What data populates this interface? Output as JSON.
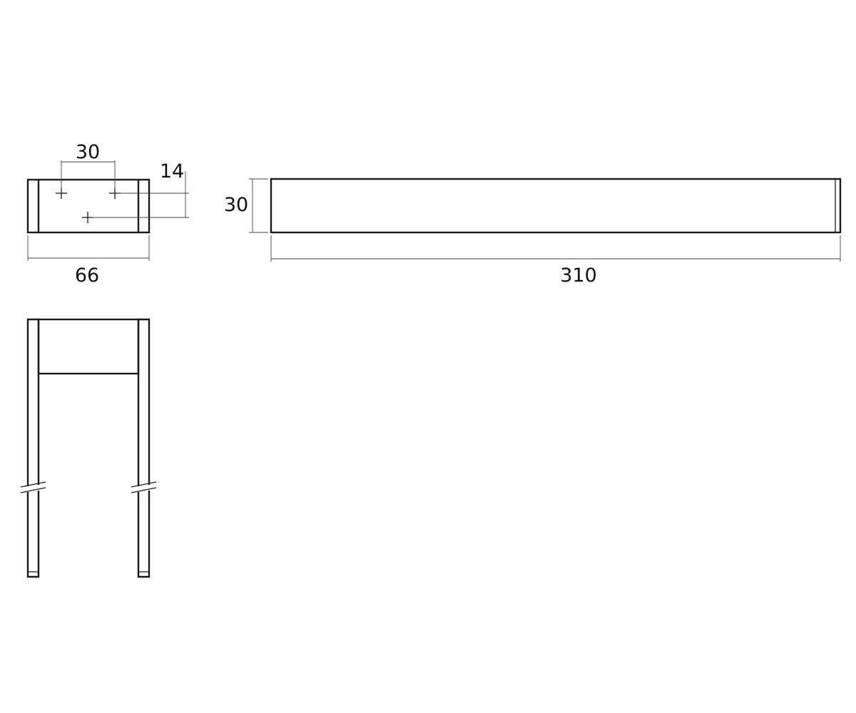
{
  "dimensions": {
    "top_view_hole_spacing": "30",
    "top_view_hole_offset": "14",
    "top_view_width": "66",
    "front_view_height": "30",
    "front_view_length": "310"
  },
  "colors": {
    "line": "#1a1a1a",
    "dimension_line": "#444444",
    "background": "#ffffff"
  }
}
